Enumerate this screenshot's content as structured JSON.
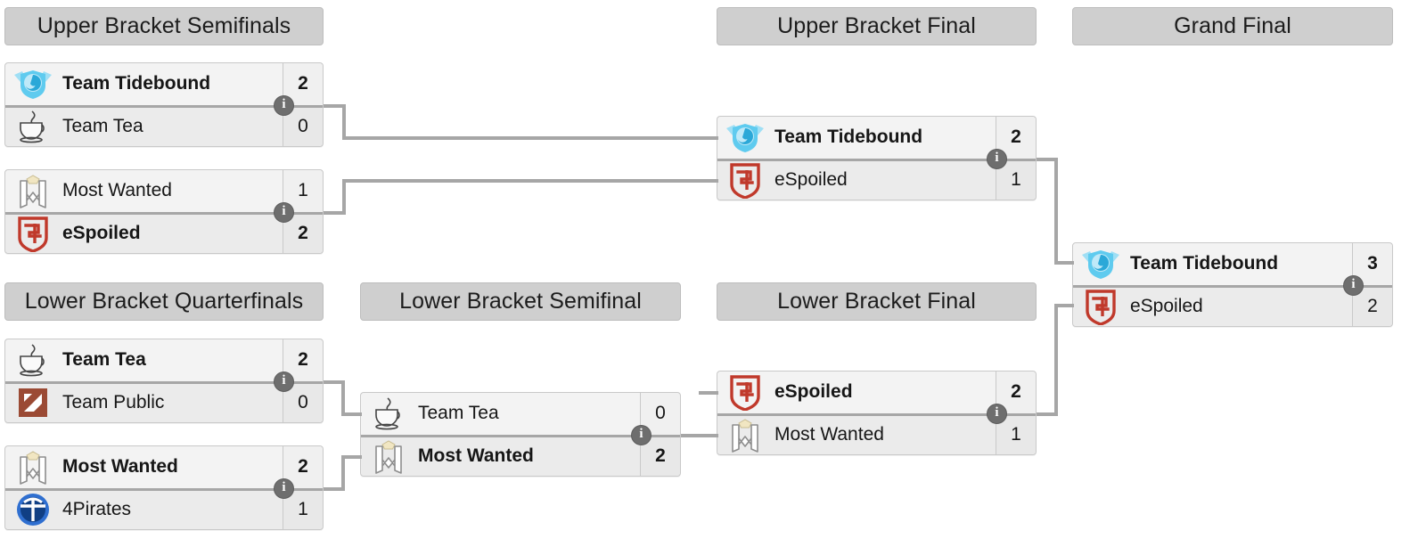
{
  "page": {
    "title": "Double Elimination Bracket",
    "background_color": "#ffffff",
    "header_color": "#cfcfcf",
    "connector_color": "#a6a6a6"
  },
  "headers": {
    "upper_bracket_semifinals": "Upper Bracket Semifinals",
    "upper_bracket_final": "Upper Bracket Final",
    "grand_final": "Grand Final",
    "lower_bracket_quarterfinals": "Lower Bracket Quarterfinals",
    "lower_bracket_semifinal": "Lower Bracket Semifinal",
    "lower_bracket_final": "Lower Bracket Final"
  },
  "teams": {
    "tidebound": {
      "name": "Team Tidebound",
      "logo": "team-tidebound-logo",
      "color": "#55c9ef"
    },
    "tea": {
      "name": "Team Tea",
      "logo": "team-tea-logo",
      "color": "#3a3a3a"
    },
    "most_wanted": {
      "name": "Most Wanted",
      "logo": "most-wanted-logo",
      "color": "#8b8b8b"
    },
    "espoiled": {
      "name": "eSpoiled",
      "logo": "espoiled-logo",
      "color": "#c0392b"
    },
    "public": {
      "name": "Team Public",
      "logo": "team-public-logo",
      "color": "#a04a36"
    },
    "pirates": {
      "name": "4Pirates",
      "logo": "4pirates-logo",
      "color": "#1565c0"
    }
  },
  "info_glyph": "i",
  "matches": {
    "ubsf1": {
      "round": "Upper Bracket Semifinals",
      "top": {
        "team": "Team Tidebound",
        "logo": "team-tidebound-logo",
        "score": "2",
        "winner": true
      },
      "bottom": {
        "team": "Team Tea",
        "logo": "team-tea-logo",
        "score": "0",
        "winner": false
      }
    },
    "ubsf2": {
      "round": "Upper Bracket Semifinals",
      "top": {
        "team": "Most Wanted",
        "logo": "most-wanted-logo",
        "score": "1",
        "winner": false
      },
      "bottom": {
        "team": "eSpoiled",
        "logo": "espoiled-logo",
        "score": "2",
        "winner": true
      }
    },
    "ubf": {
      "round": "Upper Bracket Final",
      "top": {
        "team": "Team Tidebound",
        "logo": "team-tidebound-logo",
        "score": "2",
        "winner": true
      },
      "bottom": {
        "team": "eSpoiled",
        "logo": "espoiled-logo",
        "score": "1",
        "winner": false
      }
    },
    "gf": {
      "round": "Grand Final",
      "top": {
        "team": "Team Tidebound",
        "logo": "team-tidebound-logo",
        "score": "3",
        "winner": true
      },
      "bottom": {
        "team": "eSpoiled",
        "logo": "espoiled-logo",
        "score": "2",
        "winner": false
      }
    },
    "lbqf1": {
      "round": "Lower Bracket Quarterfinals",
      "top": {
        "team": "Team Tea",
        "logo": "team-tea-logo",
        "score": "2",
        "winner": true
      },
      "bottom": {
        "team": "Team Public",
        "logo": "team-public-logo",
        "score": "0",
        "winner": false
      }
    },
    "lbqf2": {
      "round": "Lower Bracket Quarterfinals",
      "top": {
        "team": "Most Wanted",
        "logo": "most-wanted-logo",
        "score": "2",
        "winner": true
      },
      "bottom": {
        "team": "4Pirates",
        "logo": "4pirates-logo",
        "score": "1",
        "winner": false
      }
    },
    "lbsf": {
      "round": "Lower Bracket Semifinal",
      "top": {
        "team": "Team Tea",
        "logo": "team-tea-logo",
        "score": "0",
        "winner": false
      },
      "bottom": {
        "team": "Most Wanted",
        "logo": "most-wanted-logo",
        "score": "2",
        "winner": true
      }
    },
    "lbf": {
      "round": "Lower Bracket Final",
      "top": {
        "team": "eSpoiled",
        "logo": "espoiled-logo",
        "score": "2",
        "winner": true
      },
      "bottom": {
        "team": "Most Wanted",
        "logo": "most-wanted-logo",
        "score": "1",
        "winner": false
      }
    }
  }
}
